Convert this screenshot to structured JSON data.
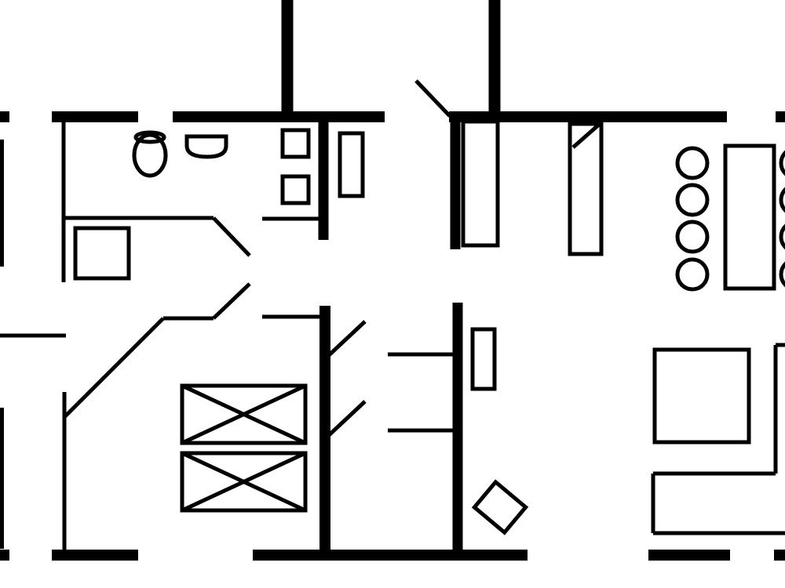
{
  "diagram": {
    "type": "floor-plan",
    "colors": {
      "background": "#ffffff",
      "ink": "#000000"
    },
    "rooms": [
      {
        "id": "bathroom",
        "fixtures": [
          "toilet",
          "sink",
          "cabinet",
          "cabinet",
          "cabinet",
          "shower"
        ]
      },
      {
        "id": "hallway",
        "fixtures": [
          "door-swing",
          "door-swing"
        ]
      },
      {
        "id": "bedroom",
        "fixtures": [
          "bed",
          "bed",
          "door-swing",
          "door-swing"
        ]
      },
      {
        "id": "closet",
        "fixtures": [
          "shelf",
          "shelf",
          "cabinet",
          "chair"
        ]
      },
      {
        "id": "kitchen",
        "fixtures": [
          "counter",
          "counter"
        ]
      },
      {
        "id": "dining",
        "fixtures": [
          "table",
          "chair",
          "chair",
          "chair",
          "chair",
          "chair",
          "chair",
          "chair",
          "chair"
        ]
      },
      {
        "id": "living",
        "fixtures": [
          "armchair",
          "sofa"
        ]
      }
    ]
  }
}
